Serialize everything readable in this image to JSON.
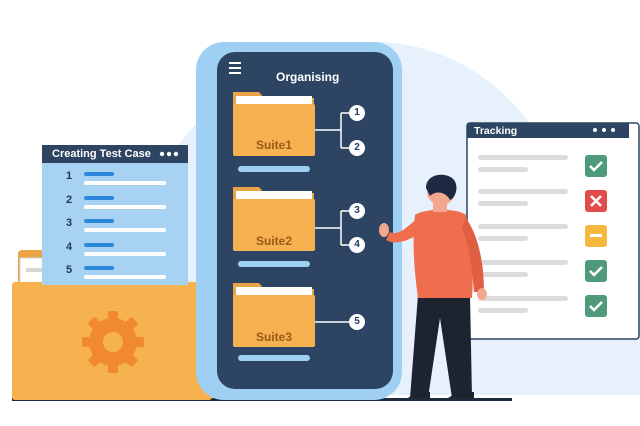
{
  "test_case_panel": {
    "title": "Creating Test Case",
    "steps": [
      "1",
      "2",
      "3",
      "4",
      "5"
    ]
  },
  "phone": {
    "title": "Organising",
    "suites": [
      {
        "label": "Suite1",
        "links": [
          "1",
          "2"
        ]
      },
      {
        "label": "Suite2",
        "links": [
          "3",
          "4"
        ]
      },
      {
        "label": "Suite3",
        "links": [
          "5"
        ]
      }
    ]
  },
  "tracking_panel": {
    "title": "Tracking",
    "statuses": [
      "check",
      "cross",
      "minus",
      "check",
      "check"
    ]
  },
  "colors": {
    "navy": "#2d4562",
    "panel_blue": "#a7d2f2",
    "folder": "#f7b250",
    "pass": "#4e9a7a",
    "fail": "#e24b4b",
    "pending": "#f4b93f",
    "background_blob": "#e6f1fb"
  }
}
